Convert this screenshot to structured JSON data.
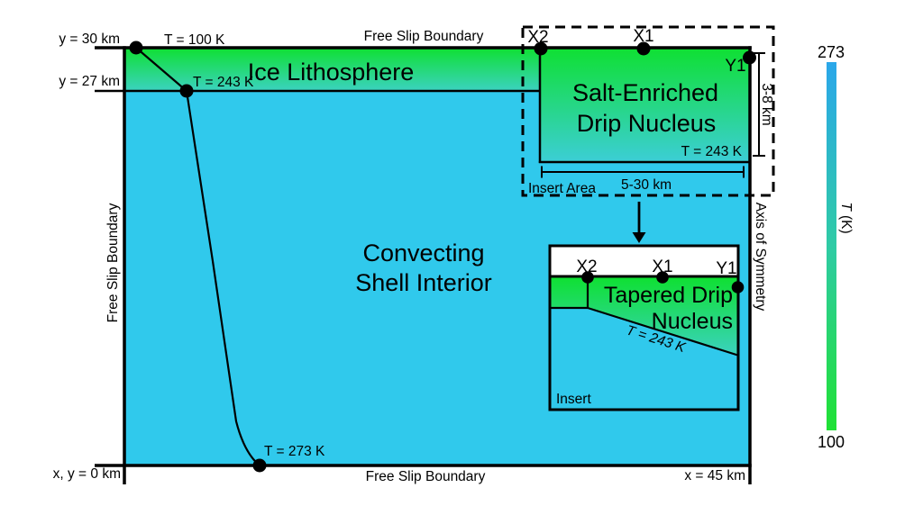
{
  "boundaries": {
    "top": "Free Slip Boundary",
    "bottom": "Free Slip Boundary",
    "left": "Free Slip Boundary",
    "right": "Axis of Symmetry"
  },
  "axis_labels": {
    "y30": "y = 30 km",
    "y27": "y = 27 km",
    "origin": "x, y = 0 km",
    "x45": "x = 45 km"
  },
  "temperature_labels": {
    "surface": "T = 100 K",
    "lithosphere_base": "T = 243 K",
    "basal": "T = 273 K",
    "salt_box": "T = 243 K",
    "insert_slope": "T = 243 K"
  },
  "regions": {
    "lithosphere": "Ice Lithosphere",
    "interior_line1": "Convecting",
    "interior_line2": "Shell Interior",
    "salt_line1": "Salt-Enriched",
    "salt_line2": "Drip Nucleus",
    "insert_line1": "Tapered Drip",
    "insert_line2": "Nucleus"
  },
  "markers": {
    "x2": "X2",
    "x1": "X1",
    "y1": "Y1"
  },
  "insert": {
    "label": "Insert",
    "area_label": "Insert Area",
    "width_range": "5-30 km",
    "thickness_range": "3-8 km"
  },
  "colorbar": {
    "max": "273",
    "min": "100",
    "symbol": "T",
    "unit": "(K)",
    "color_top": "#2BA7EA",
    "color_mid": "#2FCBA5",
    "color_bottom": "#20E134"
  },
  "colors": {
    "surface_green": "#0FE032",
    "base_teal": "#3BD2C0",
    "interior_cyan": "#30C9EC",
    "salt_bottom": "#3CCED6",
    "outline": "#000000",
    "background": "#FFFFFF"
  }
}
